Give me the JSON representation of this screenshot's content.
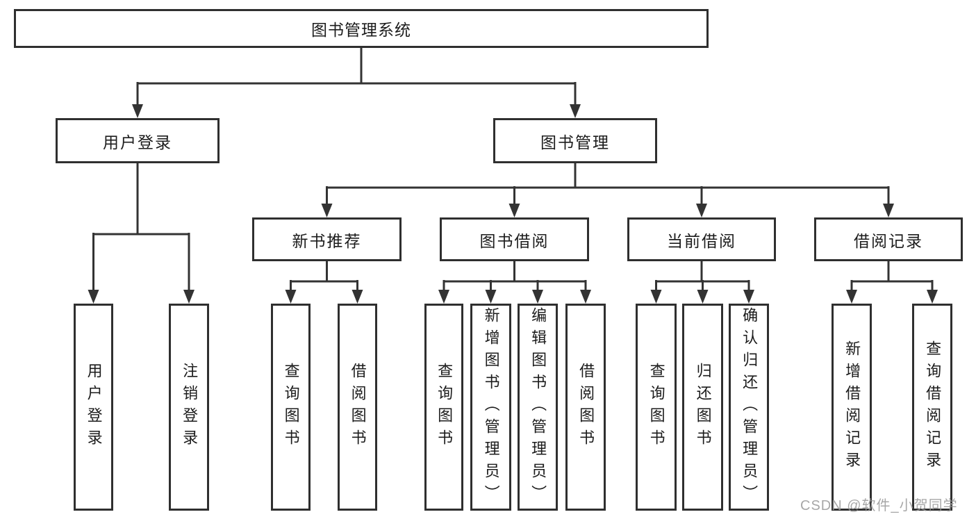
{
  "diagram": {
    "root": {
      "label": "图书管理系统"
    },
    "level2": [
      {
        "label": "用户登录"
      },
      {
        "label": "图书管理"
      }
    ],
    "level3": [
      {
        "label": "新书推荐",
        "parent": "图书管理"
      },
      {
        "label": "图书借阅",
        "parent": "图书管理"
      },
      {
        "label": "当前借阅",
        "parent": "图书管理"
      },
      {
        "label": "借阅记录",
        "parent": "图书管理"
      }
    ],
    "leaves": [
      {
        "label": "用户登录",
        "parent": "用户登录"
      },
      {
        "label": "注销登录",
        "parent": "用户登录"
      },
      {
        "label": "查询图书",
        "parent": "新书推荐"
      },
      {
        "label": "借阅图书",
        "parent": "新书推荐"
      },
      {
        "label": "查询图书",
        "parent": "图书借阅"
      },
      {
        "label": "新增图书（管理员）",
        "parent": "图书借阅"
      },
      {
        "label": "编辑图书（管理员）",
        "parent": "图书借阅"
      },
      {
        "label": "借阅图书",
        "parent": "图书借阅"
      },
      {
        "label": "查询图书",
        "parent": "当前借阅"
      },
      {
        "label": "归还图书",
        "parent": "当前借阅"
      },
      {
        "label": "确认归还（管理员）",
        "parent": "当前借阅"
      },
      {
        "label": "新增借阅记录",
        "parent": "借阅记录"
      },
      {
        "label": "查询借阅记录",
        "parent": "借阅记录"
      }
    ],
    "colors": {
      "line": "#333333",
      "box_border": "#2f2f2f",
      "text": "#1c1c1c",
      "background": "#ffffff",
      "watermark": "#989898"
    }
  },
  "watermark": {
    "text": "CSDN @软件_小贺同学"
  }
}
